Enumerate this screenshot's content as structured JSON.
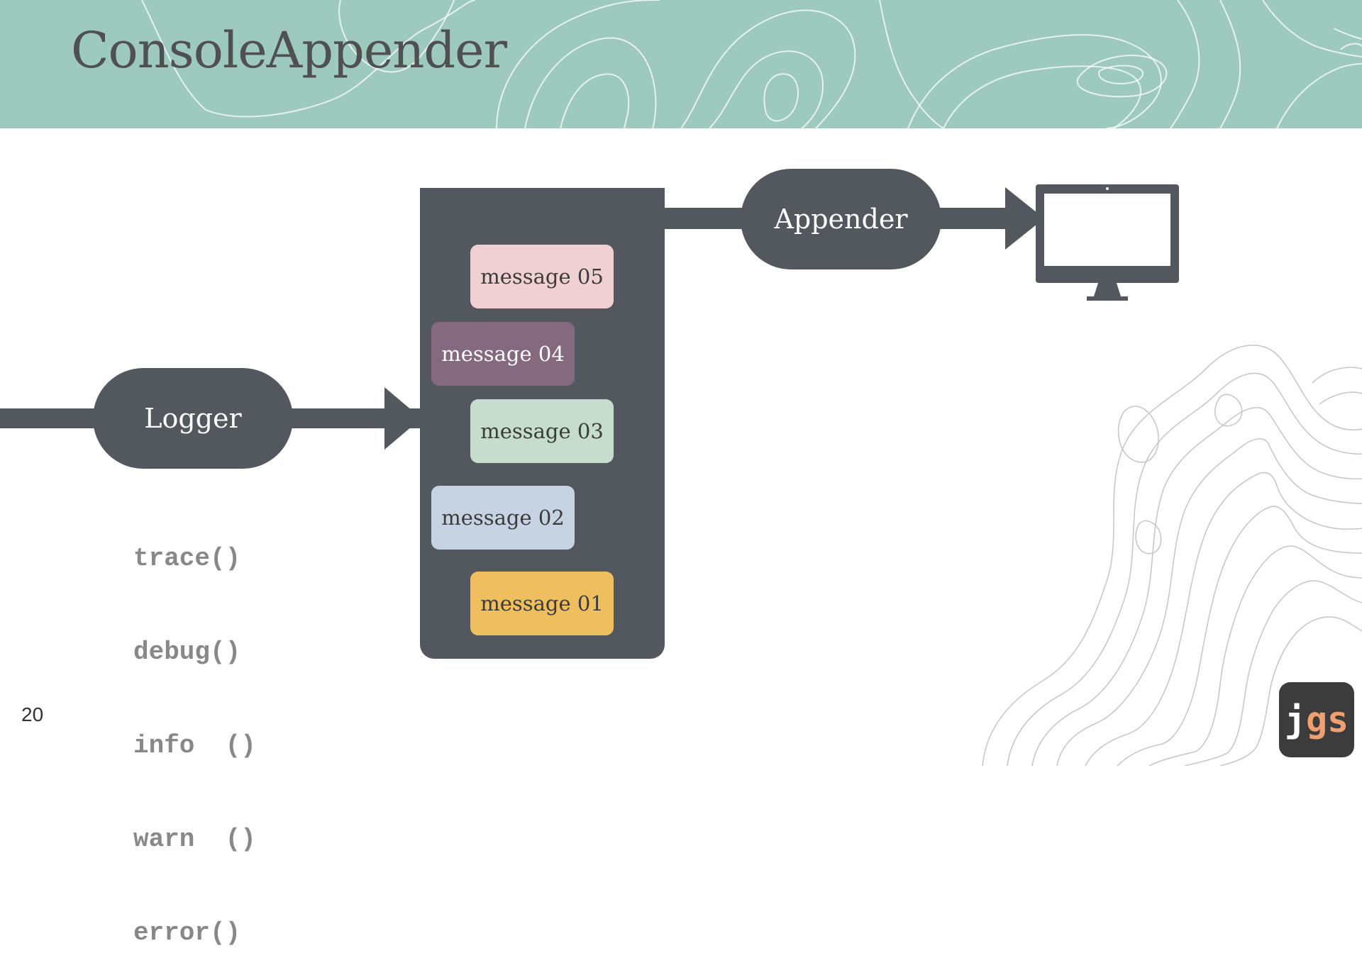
{
  "slide": {
    "title": "ConsoleAppender",
    "page_number": "20"
  },
  "logger": {
    "label": "Logger",
    "methods": [
      "trace()",
      "debug()",
      "info  ()",
      "warn  ()",
      "error()"
    ]
  },
  "appender": {
    "label": "Appender"
  },
  "queue": {
    "messages": [
      {
        "label": "message 05",
        "color": "#efd0d3",
        "text_color": "#3c3c3c"
      },
      {
        "label": "message 04",
        "color": "#85697f",
        "text_color": "#ffffff"
      },
      {
        "label": "message 03",
        "color": "#c6dccd",
        "text_color": "#3c3c3c"
      },
      {
        "label": "message 02",
        "color": "#c7d3e2",
        "text_color": "#3c3c3c"
      },
      {
        "label": "message 01",
        "color": "#efbe5e",
        "text_color": "#3c3c3c"
      }
    ]
  },
  "output_icon": "monitor-icon",
  "logo": {
    "j": "j",
    "gs": "gs"
  },
  "colors": {
    "header_bg": "#9dcabd",
    "shape_dark": "#53575e"
  }
}
